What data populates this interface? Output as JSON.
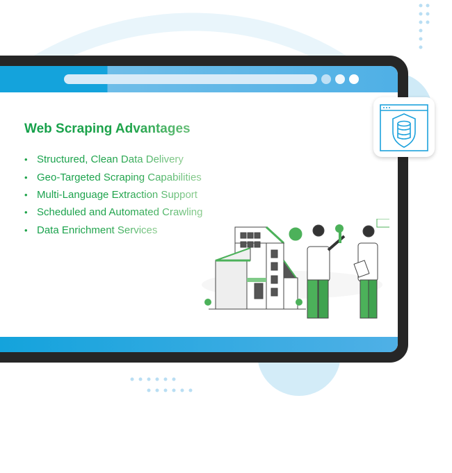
{
  "heading": "Web Scraping Advantages",
  "items": [
    {
      "label": "Structured, Clean Data Delivery"
    },
    {
      "label": "Geo-Targeted Scraping Capabilities"
    },
    {
      "label": "Multi-Language Extraction Support"
    },
    {
      "label": "Scheduled and Automated Crawling"
    },
    {
      "label": "Data Enrichment Services"
    }
  ],
  "colors": {
    "accent_green": "#1fa34a",
    "accent_blue": "#14a3dc",
    "bezel": "#262626"
  },
  "icons": {
    "badge": "database-shield-icon",
    "illustration": "house-key-handover-illustration"
  }
}
